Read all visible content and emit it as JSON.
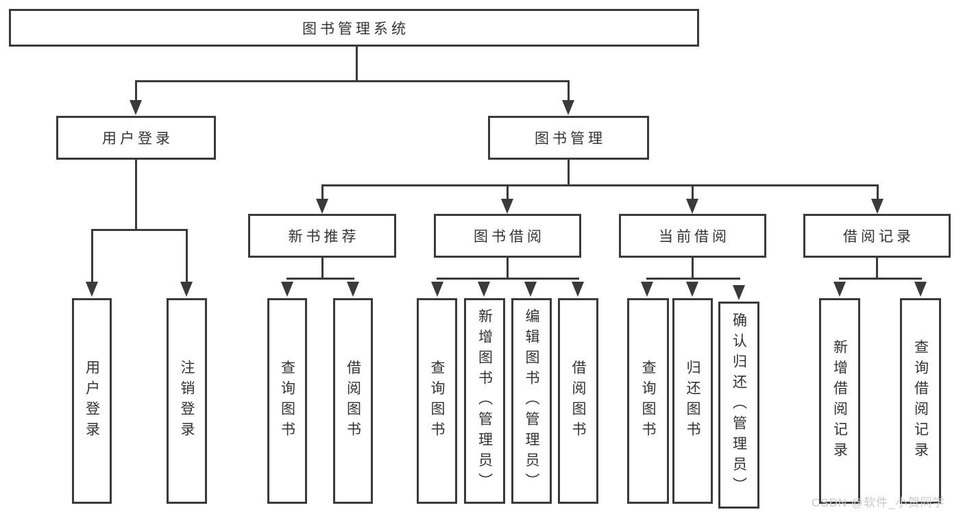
{
  "diagram": {
    "colors": {
      "background": "#ffffff",
      "box_fill": "#ffffff",
      "box_border": "#3a3a3a",
      "line": "#3a3a3a",
      "text": "#333333",
      "watermark": "#c9c9c9"
    },
    "root": {
      "label": "图书管理系统",
      "children": [
        {
          "label": "用户登录",
          "children": [
            {
              "label": "用户登录"
            },
            {
              "label": "注销登录"
            }
          ]
        },
        {
          "label": "图书管理",
          "children": [
            {
              "label": "新书推荐",
              "children": [
                {
                  "label": "查询图书"
                },
                {
                  "label": "借阅图书"
                }
              ]
            },
            {
              "label": "图书借阅",
              "children": [
                {
                  "label": "查询图书"
                },
                {
                  "label": "新增图书（管理员）"
                },
                {
                  "label": "编辑图书（管理员）"
                },
                {
                  "label": "借阅图书"
                }
              ]
            },
            {
              "label": "当前借阅",
              "children": [
                {
                  "label": "查询图书"
                },
                {
                  "label": "归还图书"
                },
                {
                  "label": "确认归还（管理员）"
                }
              ]
            },
            {
              "label": "借阅记录",
              "children": [
                {
                  "label": "新增借阅记录"
                },
                {
                  "label": "查询借阅记录"
                }
              ]
            }
          ]
        }
      ]
    },
    "watermark": "CSDN @软件_小贺同学"
  }
}
